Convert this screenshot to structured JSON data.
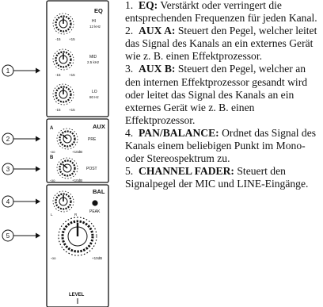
{
  "callouts": [
    "1",
    "2",
    "3",
    "4",
    "5"
  ],
  "panel": {
    "eq_title": "EQ",
    "hi": [
      "HI",
      "12 kHz"
    ],
    "mid": [
      "MID",
      "2.5 kHz"
    ],
    "lo": [
      "LO",
      "80 Hz"
    ],
    "eq_min": "-15",
    "eq_max": "+15",
    "aux_title": "AUX",
    "aux_a": "A",
    "aux_b": "B",
    "pre": "PRE",
    "post": "POST",
    "aux_min": "-oo",
    "aux_max": "+10dB",
    "bal_title": "BAL",
    "bal_l": "L",
    "bal_r": "R",
    "peak": "PEAK",
    "fader_min": "-oo",
    "fader_max": "+10dB",
    "level": "LEVEL"
  },
  "items": [
    {
      "num": "1.",
      "title": "EQ:",
      "text": " Verstärkt oder verringert die entsprechenden Frequenzen für jeden Kanal."
    },
    {
      "num": "2.",
      "title": "AUX A:",
      "text": " Steuert den Pegel, welcher leitet das Signal des Kanals an ein externes Gerät wie z. B. einen Effektprozessor."
    },
    {
      "num": "3.",
      "title": "AUX B:",
      "text": " Steuert den Pegel, welcher an den internen Effektprozessor gesandt wird oder leitet das Signal des Kanals an ein externes Gerät wie z. B. einen Effektprozessor."
    },
    {
      "num": "4.",
      "title": "PAN/BALANCE:",
      "text": " Ordnet das Signal des Kanals einem beliebigen Punkt im Mono- oder Stereospektrum zu."
    },
    {
      "num": "5.",
      "title": "CHANNEL FADER:",
      "text": " Steuert den Signalpegel der MIC und LINE-Eingänge."
    }
  ]
}
